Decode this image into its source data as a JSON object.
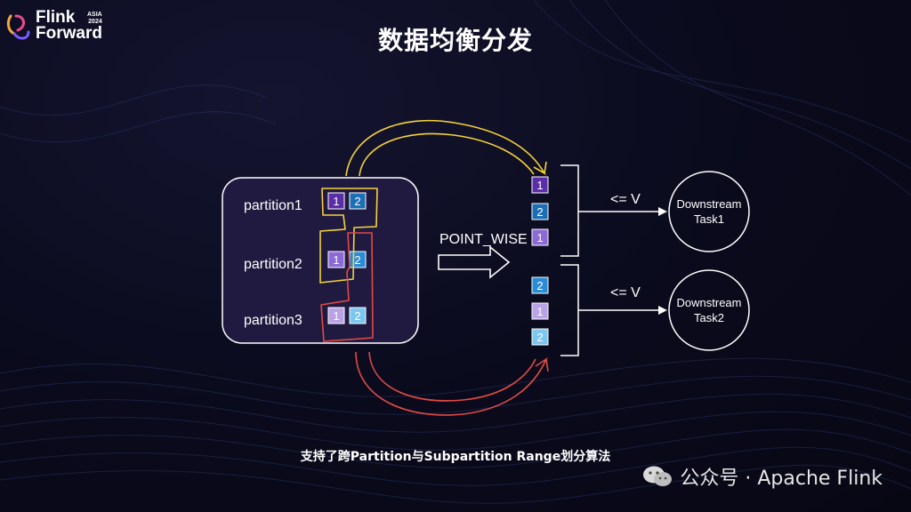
{
  "brand": {
    "line1": "Flink",
    "line2": "Forward",
    "badge_line1": "ASIA",
    "badge_line2": "2024",
    "accent_colors": [
      "#f2a93b",
      "#e94b8a",
      "#7b5cff"
    ]
  },
  "title": "数据均衡分发",
  "source": {
    "partitions": [
      {
        "label": "partition1",
        "items": [
          {
            "value": "1",
            "color": "#5b2da8"
          },
          {
            "value": "2",
            "color": "#1d6fb4"
          }
        ]
      },
      {
        "label": "partition2",
        "items": [
          {
            "value": "1",
            "color": "#8b6ad6"
          },
          {
            "value": "2",
            "color": "#2a8bd6"
          }
        ]
      },
      {
        "label": "partition3",
        "items": [
          {
            "value": "1",
            "color": "#b9a2e6"
          },
          {
            "value": "2",
            "color": "#7cc6ef"
          }
        ]
      }
    ],
    "box_color": "#201a40",
    "highlight_yellow": "#f5d33b",
    "highlight_red": "#e04b45"
  },
  "transfer": {
    "label": "POINT_WISE"
  },
  "subpartitions": [
    {
      "items": [
        {
          "value": "1",
          "color": "#5b2da8"
        },
        {
          "value": "2",
          "color": "#1d6fb4"
        },
        {
          "value": "1",
          "color": "#8b6ad6"
        }
      ],
      "condition": "<= V",
      "task_line1": "Downstream",
      "task_line2": "Task1"
    },
    {
      "items": [
        {
          "value": "2",
          "color": "#2a8bd6"
        },
        {
          "value": "1",
          "color": "#b9a2e6"
        },
        {
          "value": "2",
          "color": "#7cc6ef"
        }
      ],
      "condition": "<= V",
      "task_line1": "Downstream",
      "task_line2": "Task2"
    }
  ],
  "caption": "支持了跨Partition与Subpartition Range划分算法",
  "watermark": {
    "text": "公众号 · Apache Flink",
    "icon": "wechat-icon"
  }
}
